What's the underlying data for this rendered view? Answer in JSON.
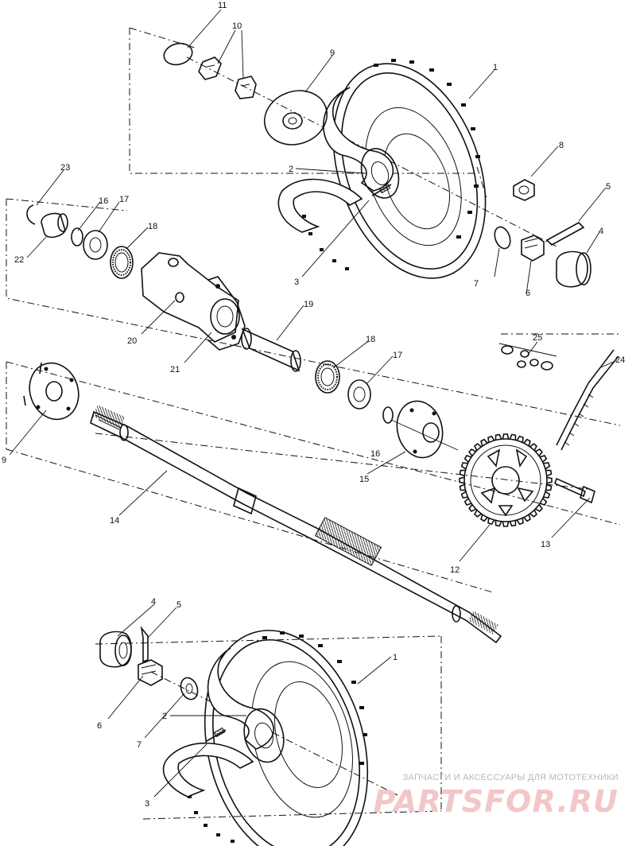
{
  "callouts": [
    {
      "id": "c-11a",
      "text": "11"
    },
    {
      "id": "c-10",
      "text": "10"
    },
    {
      "id": "c-9a",
      "text": "9"
    },
    {
      "id": "c-1a",
      "text": "1"
    },
    {
      "id": "c-8",
      "text": "8"
    },
    {
      "id": "c-2a",
      "text": "2"
    },
    {
      "id": "c-5a",
      "text": "5"
    },
    {
      "id": "c-4a",
      "text": "4"
    },
    {
      "id": "c-7a",
      "text": "7"
    },
    {
      "id": "c-6a",
      "text": "6"
    },
    {
      "id": "c-3a",
      "text": "3"
    },
    {
      "id": "c-23",
      "text": "23"
    },
    {
      "id": "c-16a",
      "text": "16"
    },
    {
      "id": "c-17a",
      "text": "17"
    },
    {
      "id": "c-18a",
      "text": "18"
    },
    {
      "id": "c-22",
      "text": "22"
    },
    {
      "id": "c-20",
      "text": "20"
    },
    {
      "id": "c-21",
      "text": "21"
    },
    {
      "id": "c-19",
      "text": "19"
    },
    {
      "id": "c-18b",
      "text": "18"
    },
    {
      "id": "c-17b",
      "text": "17"
    },
    {
      "id": "c-25",
      "text": "25"
    },
    {
      "id": "c-24",
      "text": "24"
    },
    {
      "id": "c-9b",
      "text": "9"
    },
    {
      "id": "c-16b",
      "text": "16"
    },
    {
      "id": "c-15",
      "text": "15"
    },
    {
      "id": "c-14",
      "text": "14"
    },
    {
      "id": "c-13",
      "text": "13"
    },
    {
      "id": "c-12",
      "text": "12"
    },
    {
      "id": "c-4b",
      "text": "4"
    },
    {
      "id": "c-5b",
      "text": "5"
    },
    {
      "id": "c-1b",
      "text": "1"
    },
    {
      "id": "c-6b",
      "text": "6"
    },
    {
      "id": "c-7b",
      "text": "7"
    },
    {
      "id": "c-2b",
      "text": "2"
    },
    {
      "id": "c-3b",
      "text": "3"
    }
  ],
  "watermark": {
    "caption": "ЗАПЧАСТИ И АКСЕССУАРЫ ДЛЯ МОТОТЕХНИКИ",
    "logo": "PARTSFOR.RU"
  }
}
